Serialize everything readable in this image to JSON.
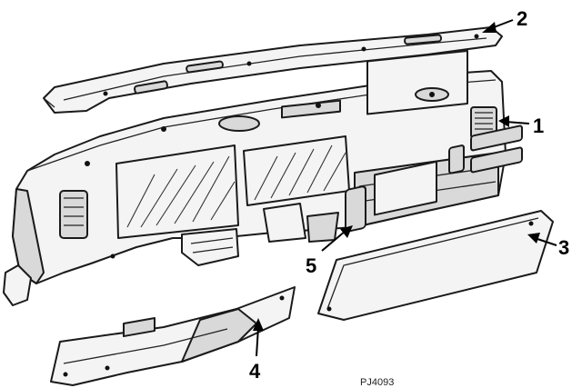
{
  "callouts": {
    "c1": "1",
    "c2": "2",
    "c3": "3",
    "c4": "4",
    "c5": "5"
  },
  "figure_code": "PJ4093",
  "colors": {
    "ink": "#1a1a1a",
    "paper": "#ffffff"
  }
}
